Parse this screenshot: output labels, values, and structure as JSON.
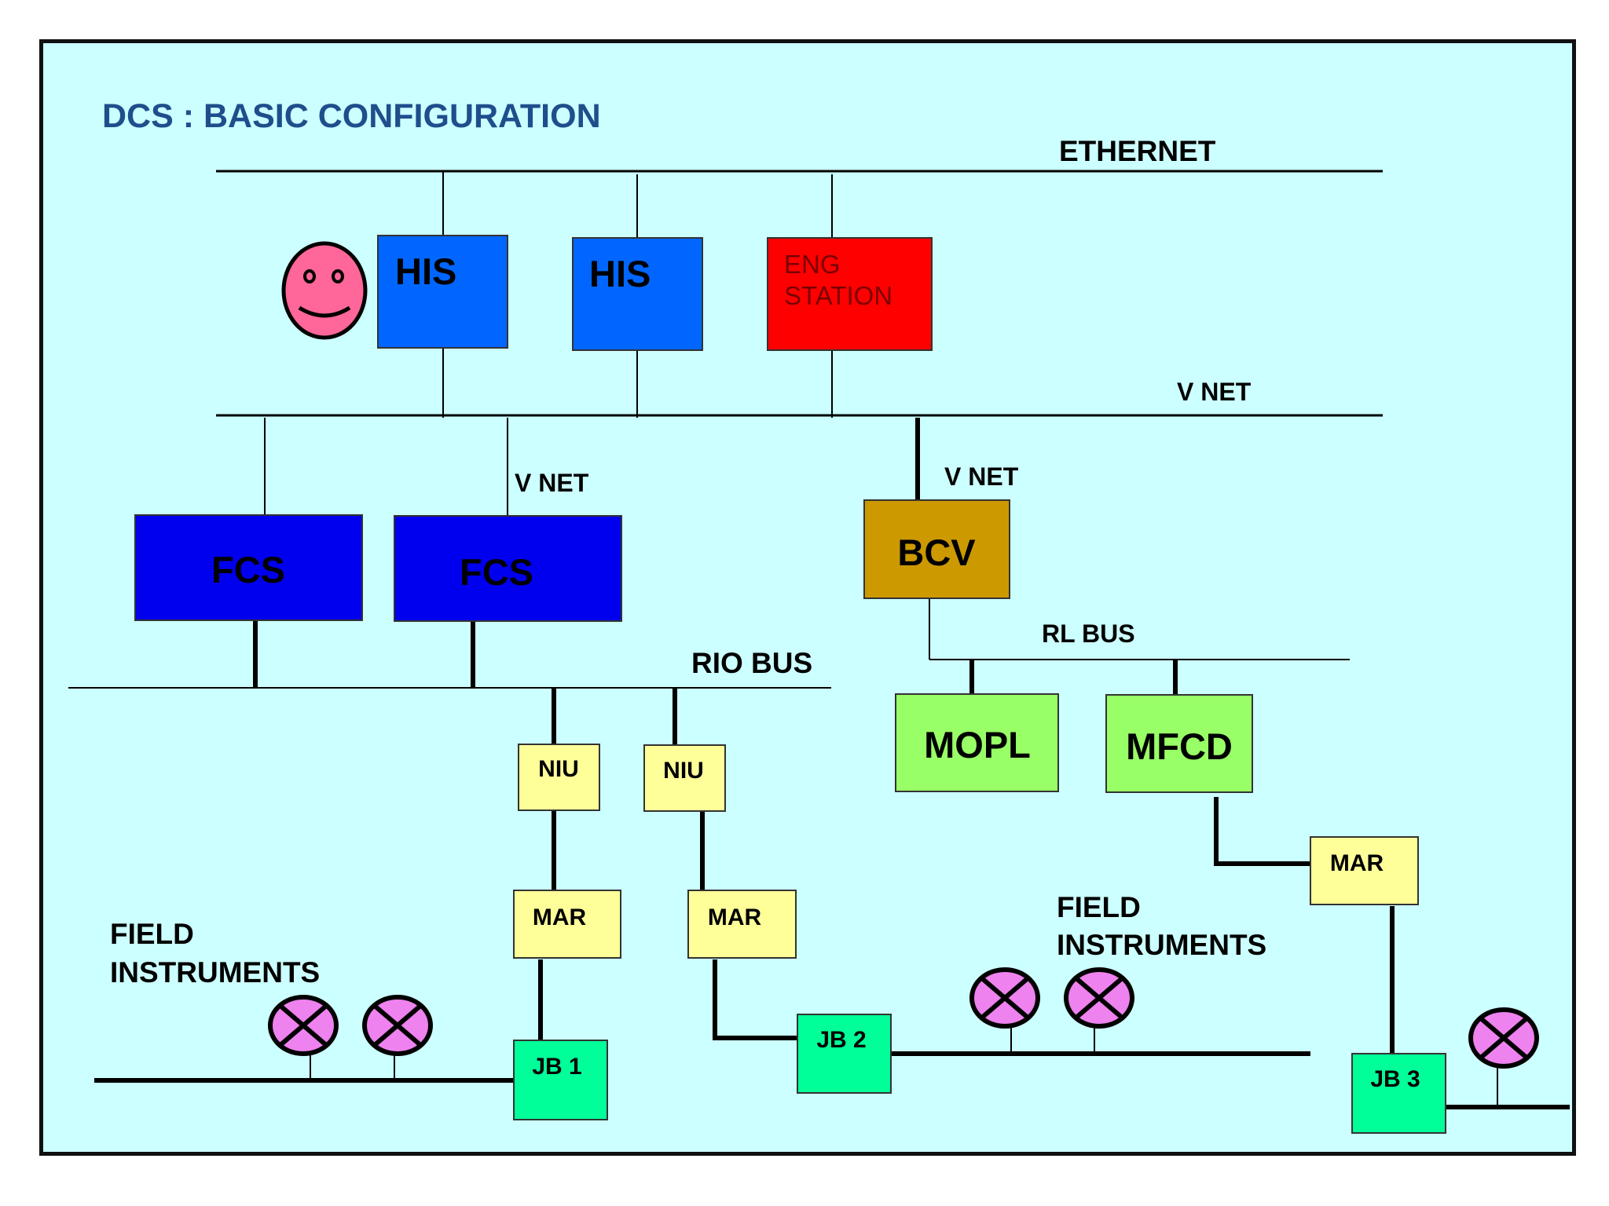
{
  "title": "DCS :  BASIC CONFIGURATION",
  "networks": {
    "ethernet": "ETHERNET",
    "vnet_main": "V NET",
    "vnet_fcs": "V NET",
    "vnet_bcv": "V NET",
    "rio_bus": "RIO BUS",
    "rl_bus": "RL BUS"
  },
  "nodes": {
    "his_1": "HIS",
    "his_2": "HIS",
    "eng_station_line1": "ENG",
    "eng_station_line2": "STATION",
    "fcs_1": "FCS",
    "fcs_2": "FCS",
    "bcv": "BCV",
    "mopl": "MOPL",
    "mfcd": "MFCD",
    "niu_1": "NIU",
    "niu_2": "NIU",
    "mar_1": "MAR",
    "mar_2": "MAR",
    "mar_3": "MAR",
    "jb_1": "JB 1",
    "jb_2": "JB 2",
    "jb_3": "JB 3"
  },
  "field_instruments": {
    "left_line1": "FIELD",
    "left_line2": "INSTRUMENTS",
    "right_line1": "FIELD",
    "right_line2": "INSTRUMENTS"
  },
  "colors": {
    "background": "#ccffff",
    "title": "#1f4e8c",
    "his": "#0066ff",
    "eng_station": "#ff0000",
    "fcs": "#0000ee",
    "bcv": "#cc9900",
    "mopl_mfcd": "#99ff66",
    "niu_mar": "#ffff99",
    "jb": "#00ff99",
    "instrument": "#ee82ee",
    "operator_face": "#ff6699"
  },
  "icons": {
    "operator": "smiley-face-icon",
    "instrument": "cross-circle-instrument-icon"
  }
}
